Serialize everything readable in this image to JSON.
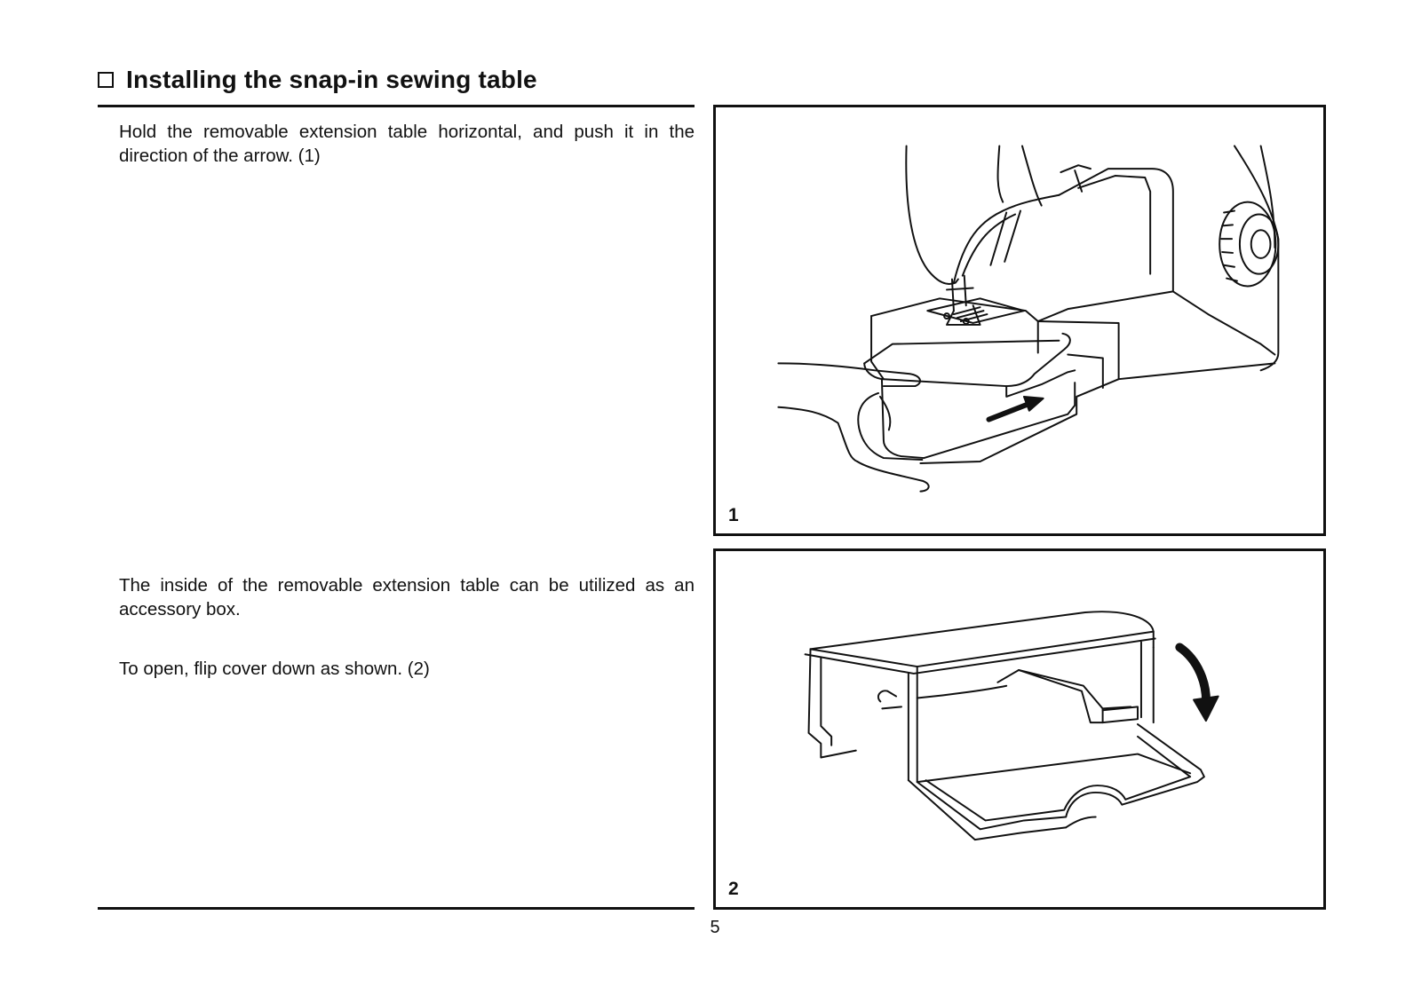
{
  "section": {
    "title": "Installing the snap-in sewing table"
  },
  "paragraphs": [
    "Hold the removable extension table horizontal, and push it in the direction of the arrow. (1)",
    "The inside of the removable extension table can be utilized as an accessory box.",
    "To open, flip cover down as shown. (2)"
  ],
  "figures": [
    {
      "label": "1",
      "icon": "sewing-machine-illustration"
    },
    {
      "label": "2",
      "icon": "accessory-box-illustration"
    }
  ],
  "page_number": "5"
}
